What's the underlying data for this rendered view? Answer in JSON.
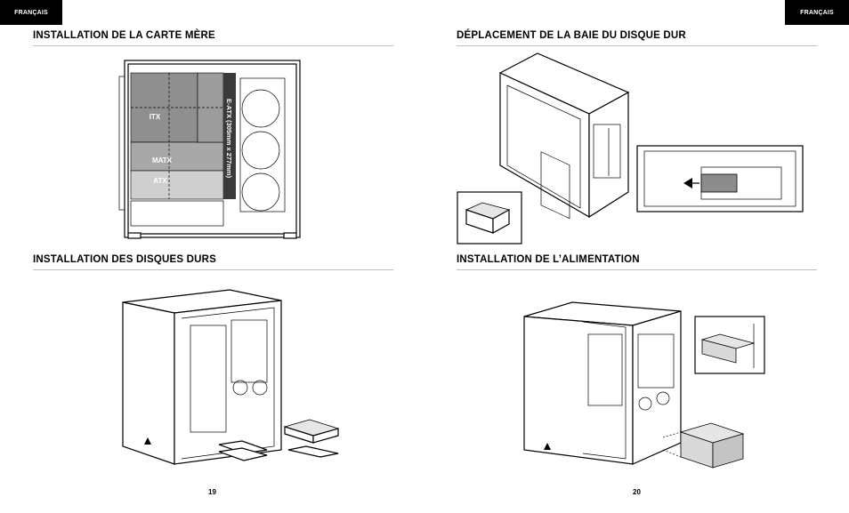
{
  "header": {
    "tab_left": "FRANÇAIS",
    "tab_right": "FRANÇAIS"
  },
  "sections": {
    "motherboard": {
      "title": "INSTALLATION DE LA CARTE MÈRE",
      "labels": {
        "itx": "ITX",
        "matx": "MATX",
        "atx": "ATX",
        "eatx": "E-ATX (305mm x 277mm)"
      }
    },
    "drive_bay": {
      "title": "DÉPLACEMENT DE LA BAIE DU DISQUE DUR"
    },
    "hard_drives": {
      "title": "INSTALLATION DES DISQUES DURS"
    },
    "psu": {
      "title": "INSTALLATION DE L’ALIMENTATION"
    }
  },
  "footer": {
    "page_left": "19",
    "page_right": "20"
  },
  "colors": {
    "itx_zone": "#8f8f8f",
    "matx_zone": "#a8a8a8",
    "atx_zone": "#cfcfcf",
    "eatx_strip": "#3a3a3a",
    "rule": "#bfbfbf"
  }
}
